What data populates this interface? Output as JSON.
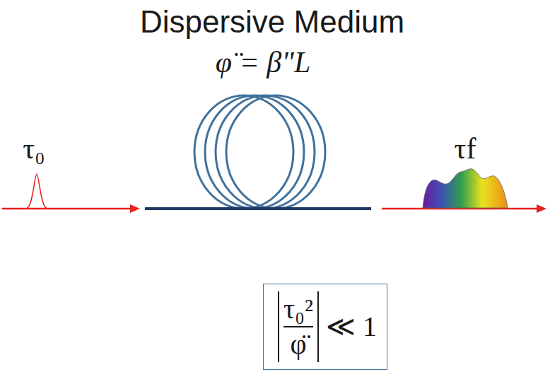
{
  "diagram": {
    "nodes": [
      {
        "text": [
          "τ₀²",
          "φ̈",
          "≪ 1"
        ]
      }
    ],
    "labels": [
      "Dispersive Medium",
      "φ̈ = β\"L",
      "τ₀",
      "τf"
    ]
  }
}
